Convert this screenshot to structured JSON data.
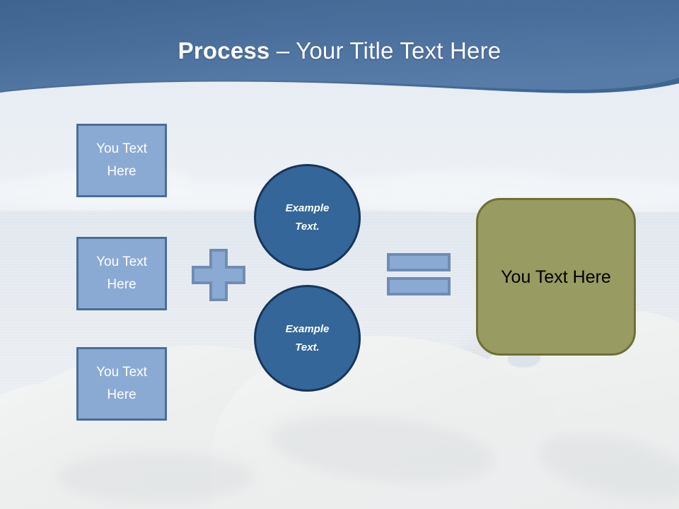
{
  "slide": {
    "title": {
      "bold_part": "Process",
      "rest_part": " – Your Title Text Here",
      "full": "Process – Your Title Text Here"
    },
    "theme": {
      "header_blue_dark": "#3E638F",
      "header_blue_light": "#5A7FAC",
      "wave_fill": "#E4E9F0",
      "step_box_fill": "#8BAAD3",
      "step_box_border": "#4A6D97",
      "circle_fill": "#346699",
      "circle_border": "#17355B",
      "result_fill": "#989B62",
      "result_border": "#6E7036",
      "operator_fill": "#8BAAD3",
      "operator_border": "#6F8CB4",
      "title_text": "#FFFFFF",
      "result_text": "#000000"
    },
    "background": {
      "kind": "photo",
      "description": "faded coastal seascape with rocky shoreline"
    }
  },
  "diagram": {
    "steps": [
      {
        "label": "You Text Here"
      },
      {
        "label": "You Text Here"
      },
      {
        "label": "You Text Here"
      }
    ],
    "operators": {
      "plus": "plus-sign",
      "equals": "equals-sign"
    },
    "circles": [
      {
        "line1": "Example",
        "line2": "Text."
      },
      {
        "line1": "Example",
        "line2": "Text."
      }
    ],
    "result": {
      "label": "You Text Here"
    }
  }
}
